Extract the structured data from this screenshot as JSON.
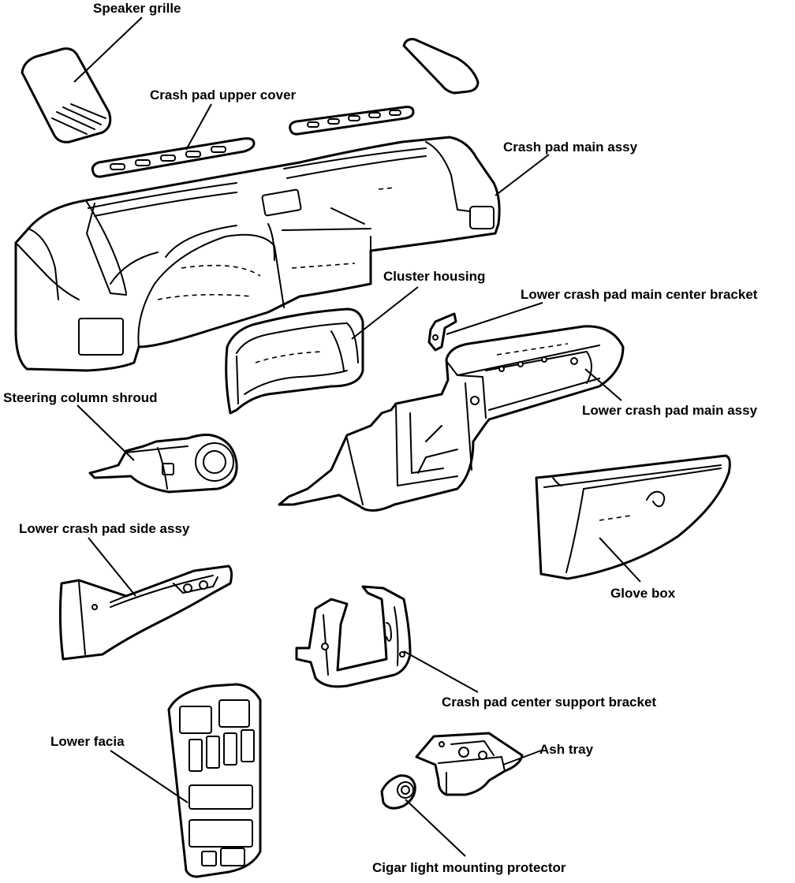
{
  "labels": {
    "speaker_grille": "Speaker grille",
    "crash_pad_upper_cover": "Crash pad upper cover",
    "crash_pad_main_assy": "Crash pad main assy",
    "cluster_housing": "Cluster housing",
    "lower_crash_pad_main_center_bracket": "Lower crash pad main center bracket",
    "steering_column_shroud": "Steering column shroud",
    "lower_crash_pad_main_assy": "Lower crash pad main assy",
    "lower_crash_pad_side_assy": "Lower crash pad side assy",
    "glove_box": "Glove box",
    "crash_pad_center_support_bracket": "Crash pad center support bracket",
    "lower_facia": "Lower facia",
    "ash_tray": "Ash tray",
    "cigar_light_mounting_protector": "Cigar light mounting protector"
  }
}
